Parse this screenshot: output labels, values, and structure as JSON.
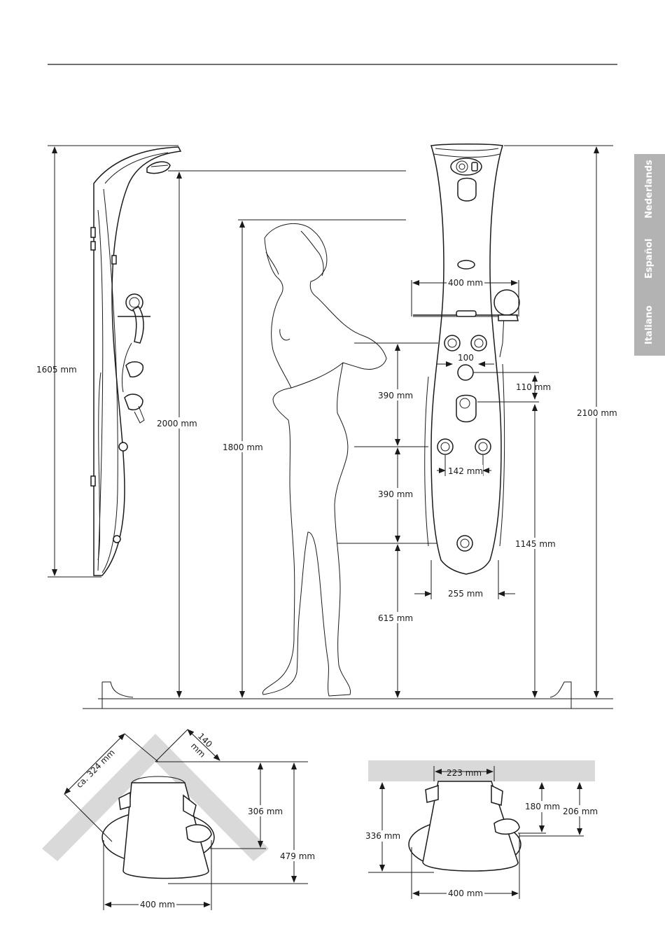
{
  "languages": [
    "Italiano",
    "Español",
    "Nederlands"
  ],
  "dimensions": {
    "side_height": "1605 mm",
    "head_height": "2000  mm",
    "person_height": "1800 mm",
    "jet_spacing_upper": "390 mm",
    "jet_spacing_lower": "390 mm",
    "jet_bottom_height": "615 mm",
    "panel_width": "400 mm",
    "jet_spacing_upper_horizontal": "100",
    "control_spacing": "110 mm",
    "jet_spacing_lower_horizontal": "142 mm",
    "bottom_width": "255 mm",
    "mixer_height": "1145 mm",
    "total_height": "2100 mm",
    "corner_diagonal": "ca. 324 mm",
    "corner_side": "140",
    "corner_side_unit": "mm",
    "corner_depth": "306 mm",
    "corner_total_depth": "479 mm",
    "corner_width": "400 mm",
    "wall_top_width": "223 mm",
    "wall_depth_a": "180 mm",
    "wall_depth_b": "206 mm",
    "wall_total_depth": "336 mm",
    "wall_width": "400 mm"
  },
  "colors": {
    "line": "#1a1a1a",
    "tab_background": "#b3b3b3",
    "wall_gray": "#d9d9d9"
  }
}
